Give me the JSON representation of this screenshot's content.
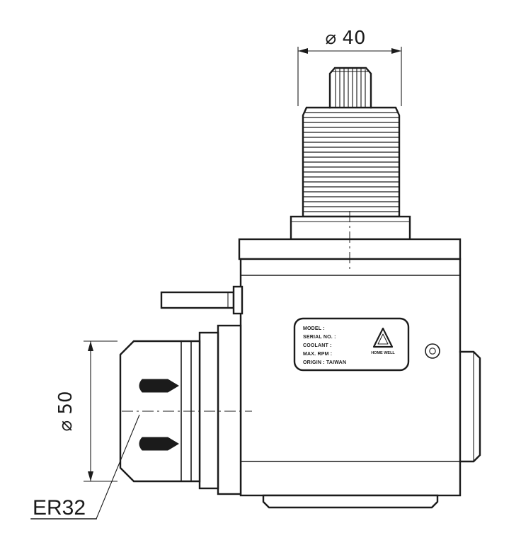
{
  "page": {
    "background": "#ffffff",
    "line_color": "#1b1b1b"
  },
  "dimensions": {
    "top_diameter": "⌀ 40",
    "left_diameter": "⌀ 50"
  },
  "labels": {
    "collet": "ER32"
  },
  "name_plate": {
    "lines": [
      "MODEL :",
      "SERIAL NO. :",
      "COOLANT :",
      "MAX. RPM :",
      "ORIGIN : TAIWAN"
    ],
    "brand": "HOME WELL"
  }
}
